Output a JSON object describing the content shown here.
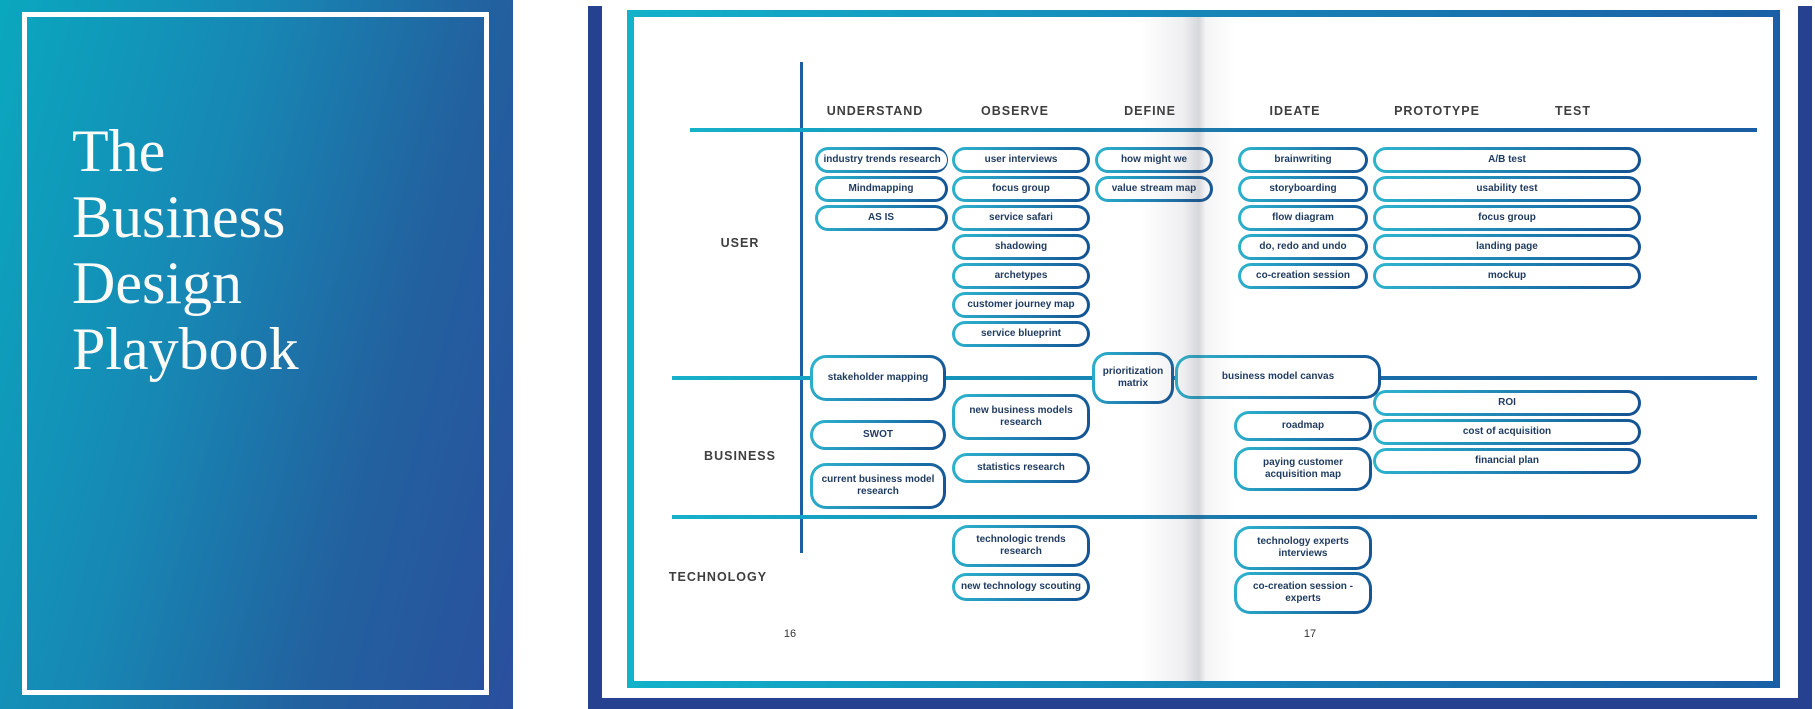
{
  "cover": {
    "title_lines": [
      "The",
      "Business",
      "Design",
      "Playbook"
    ]
  },
  "spread": {
    "left_page_number": "16",
    "right_page_number": "17",
    "matrix": {
      "column_headers": [
        "UNDERSTAND",
        "OBSERVE",
        "DEFINE",
        "IDEATE",
        "PROTOTYPE",
        "TEST"
      ],
      "row_headers": [
        "USER",
        "BUSINESS",
        "TECHNOLOGY"
      ],
      "pills": [
        {
          "id": "industry-trends-research",
          "label": "industry trends research",
          "row": "USER",
          "column": "UNDERSTAND"
        },
        {
          "id": "mindmapping",
          "label": "Mindmapping",
          "row": "USER",
          "column": "UNDERSTAND"
        },
        {
          "id": "as-is",
          "label": "AS IS",
          "row": "USER",
          "column": "UNDERSTAND"
        },
        {
          "id": "user-interviews",
          "label": "user interviews",
          "row": "USER",
          "column": "OBSERVE"
        },
        {
          "id": "focus-group-observe",
          "label": "focus group",
          "row": "USER",
          "column": "OBSERVE"
        },
        {
          "id": "service-safari",
          "label": "service safari",
          "row": "USER",
          "column": "OBSERVE"
        },
        {
          "id": "shadowing",
          "label": "shadowing",
          "row": "USER",
          "column": "OBSERVE"
        },
        {
          "id": "archetypes",
          "label": "archetypes",
          "row": "USER",
          "column": "OBSERVE"
        },
        {
          "id": "customer-journey-map",
          "label": "customer journey map",
          "row": "USER",
          "column": "OBSERVE"
        },
        {
          "id": "service-blueprint",
          "label": "service blueprint",
          "row": "USER",
          "column": "OBSERVE"
        },
        {
          "id": "how-might-we",
          "label": "how might we",
          "row": "USER",
          "column": "DEFINE"
        },
        {
          "id": "value-stream-map",
          "label": "value stream map",
          "row": "USER",
          "column": "DEFINE"
        },
        {
          "id": "brainwriting",
          "label": "brainwriting",
          "row": "USER",
          "column": "IDEATE"
        },
        {
          "id": "storyboarding",
          "label": "storyboarding",
          "row": "USER",
          "column": "IDEATE"
        },
        {
          "id": "flow-diagram",
          "label": "flow diagram",
          "row": "USER",
          "column": "IDEATE"
        },
        {
          "id": "do-redo-and-undo",
          "label": "do, redo and undo",
          "row": "USER",
          "column": "IDEATE"
        },
        {
          "id": "co-creation-session",
          "label": "co-creation session",
          "row": "USER",
          "column": "IDEATE"
        },
        {
          "id": "ab-test",
          "label": "A/B test",
          "row": "USER",
          "column": "PROTOTYPE/TEST"
        },
        {
          "id": "usability-test",
          "label": "usability test",
          "row": "USER",
          "column": "PROTOTYPE/TEST"
        },
        {
          "id": "focus-group-test",
          "label": "focus group",
          "row": "USER",
          "column": "PROTOTYPE/TEST"
        },
        {
          "id": "landing-page",
          "label": "landing page",
          "row": "USER",
          "column": "PROTOTYPE/TEST"
        },
        {
          "id": "mockup",
          "label": "mockup",
          "row": "USER",
          "column": "PROTOTYPE/TEST"
        },
        {
          "id": "stakeholder-mapping",
          "label": "stakeholder mapping",
          "row": "USER/BUSINESS",
          "column": "UNDERSTAND"
        },
        {
          "id": "swot",
          "label": "SWOT",
          "row": "BUSINESS",
          "column": "UNDERSTAND"
        },
        {
          "id": "current-business-model-research",
          "label": "current business model research",
          "row": "BUSINESS",
          "column": "UNDERSTAND"
        },
        {
          "id": "new-business-models-research",
          "label": "new business models research",
          "row": "BUSINESS",
          "column": "OBSERVE"
        },
        {
          "id": "statistics-research",
          "label": "statistics research",
          "row": "BUSINESS",
          "column": "OBSERVE"
        },
        {
          "id": "prioritization-matrix",
          "label": "prioritization matrix",
          "row": "USER/BUSINESS",
          "column": "DEFINE"
        },
        {
          "id": "business-model-canvas",
          "label": "business model canvas",
          "row": "USER/BUSINESS",
          "column": "IDEATE"
        },
        {
          "id": "roadmap",
          "label": "roadmap",
          "row": "BUSINESS",
          "column": "IDEATE"
        },
        {
          "id": "paying-customer-acquisition-map",
          "label": "paying customer acquisition map",
          "row": "BUSINESS",
          "column": "IDEATE"
        },
        {
          "id": "roi",
          "label": "ROI",
          "row": "BUSINESS",
          "column": "PROTOTYPE/TEST"
        },
        {
          "id": "cost-of-acquisition",
          "label": "cost of acquisition",
          "row": "BUSINESS",
          "column": "PROTOTYPE/TEST"
        },
        {
          "id": "financial-plan",
          "label": "financial plan",
          "row": "BUSINESS",
          "column": "PROTOTYPE/TEST"
        },
        {
          "id": "technologic-trends-research",
          "label": "technologic trends research",
          "row": "TECHNOLOGY",
          "column": "OBSERVE"
        },
        {
          "id": "new-technology-scouting",
          "label": "new technology scouting",
          "row": "TECHNOLOGY",
          "column": "OBSERVE"
        },
        {
          "id": "technology-experts-interviews",
          "label": "technology experts interviews",
          "row": "TECHNOLOGY",
          "column": "IDEATE"
        },
        {
          "id": "co-creation-session-experts",
          "label": "co-creation session - experts",
          "row": "TECHNOLOGY",
          "column": "IDEATE"
        }
      ]
    }
  },
  "colors": {
    "cover_teal": "#0aa8bf",
    "cover_blue": "#2a4f9e",
    "frame_teal": "#12b2c9",
    "frame_blue": "#1a5fa5",
    "book_board_navy": "#26418f",
    "axis_blue": "#1d5fa6",
    "pill_border_teal": "#2eb6ce",
    "pill_border_navy": "#134f90",
    "pill_text": "#1e3a5f",
    "header_text": "#3e3e3e"
  }
}
